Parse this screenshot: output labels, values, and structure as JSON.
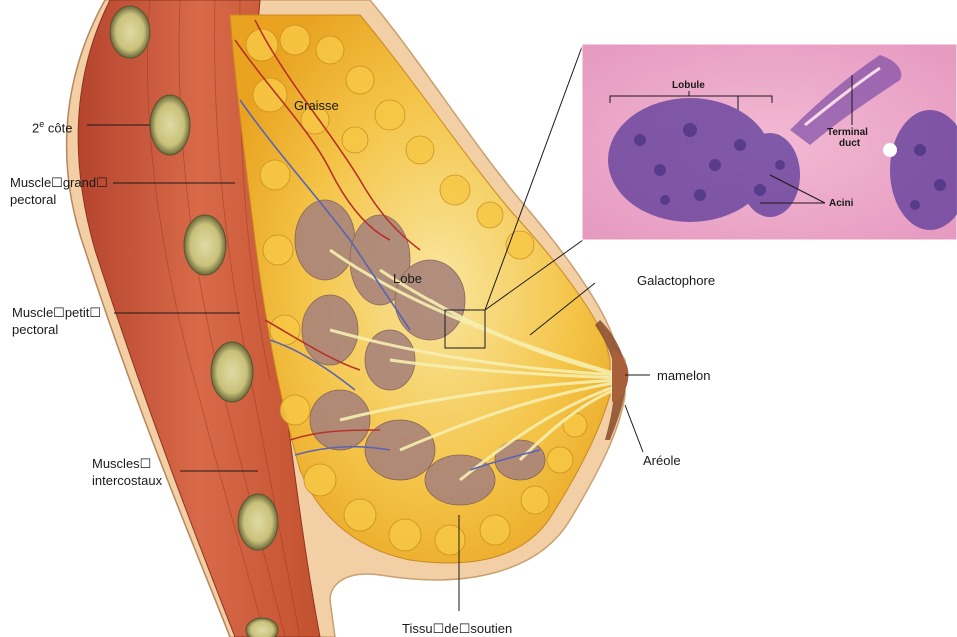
{
  "labels": {
    "cote_num": "2",
    "cote_sup": "e",
    "cote_text": " côte",
    "grand_pectoral_1": "Muscle☐grand☐",
    "grand_pectoral_2": "pectoral",
    "petit_pectoral_1": "Muscle☐petit☐",
    "petit_pectoral_2": "pectoral",
    "intercostaux_1": "Muscles☐",
    "intercostaux_2": "intercostaux",
    "graisse": "Graisse",
    "lobe": "Lobe",
    "galactophore": "Galactophore",
    "mamelon": "mamelon",
    "areole": "Aréole",
    "tissu_soutien": "Tissu☐de☐soutien"
  },
  "inset": {
    "lobule": "Lobule",
    "terminal_1": "Terminal",
    "terminal_2": "duct",
    "acini": "Acini"
  }
}
